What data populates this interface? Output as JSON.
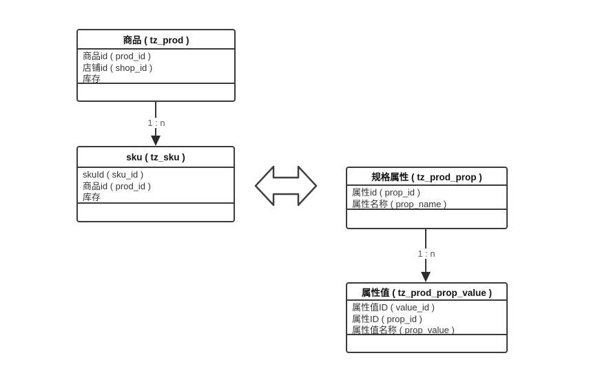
{
  "diagram": {
    "tables": [
      {
        "id": "prod",
        "title": "商品 ( tz_prod )",
        "fields": [
          "商品id ( prod_id )",
          "店铺id ( shop_id )",
          "库存"
        ]
      },
      {
        "id": "sku",
        "title": "sku ( tz_sku )",
        "fields": [
          "skuId ( sku_id )",
          "商品id ( prod_id )",
          "库存"
        ]
      },
      {
        "id": "prod_prop",
        "title": "规格属性 ( tz_prod_prop )",
        "fields": [
          "属性id ( prop_id )",
          "属性名称 ( prop_name )"
        ]
      },
      {
        "id": "prod_prop_value",
        "title": "属性值 ( tz_prod_prop_value )",
        "fields": [
          "属性值ID ( value_id )",
          "属性ID ( prop_id )",
          "属性值名称 ( prop_value )"
        ]
      }
    ],
    "connectors": [
      {
        "from": "prod",
        "to": "sku",
        "label": "1 : n"
      },
      {
        "from": "prod_prop",
        "to": "prod_prop_value",
        "label": "1 : n"
      }
    ],
    "colors": {
      "border": "#3a3a3a",
      "field_text": "#333333",
      "label_text": "#595959",
      "background": "#ffffff"
    }
  }
}
